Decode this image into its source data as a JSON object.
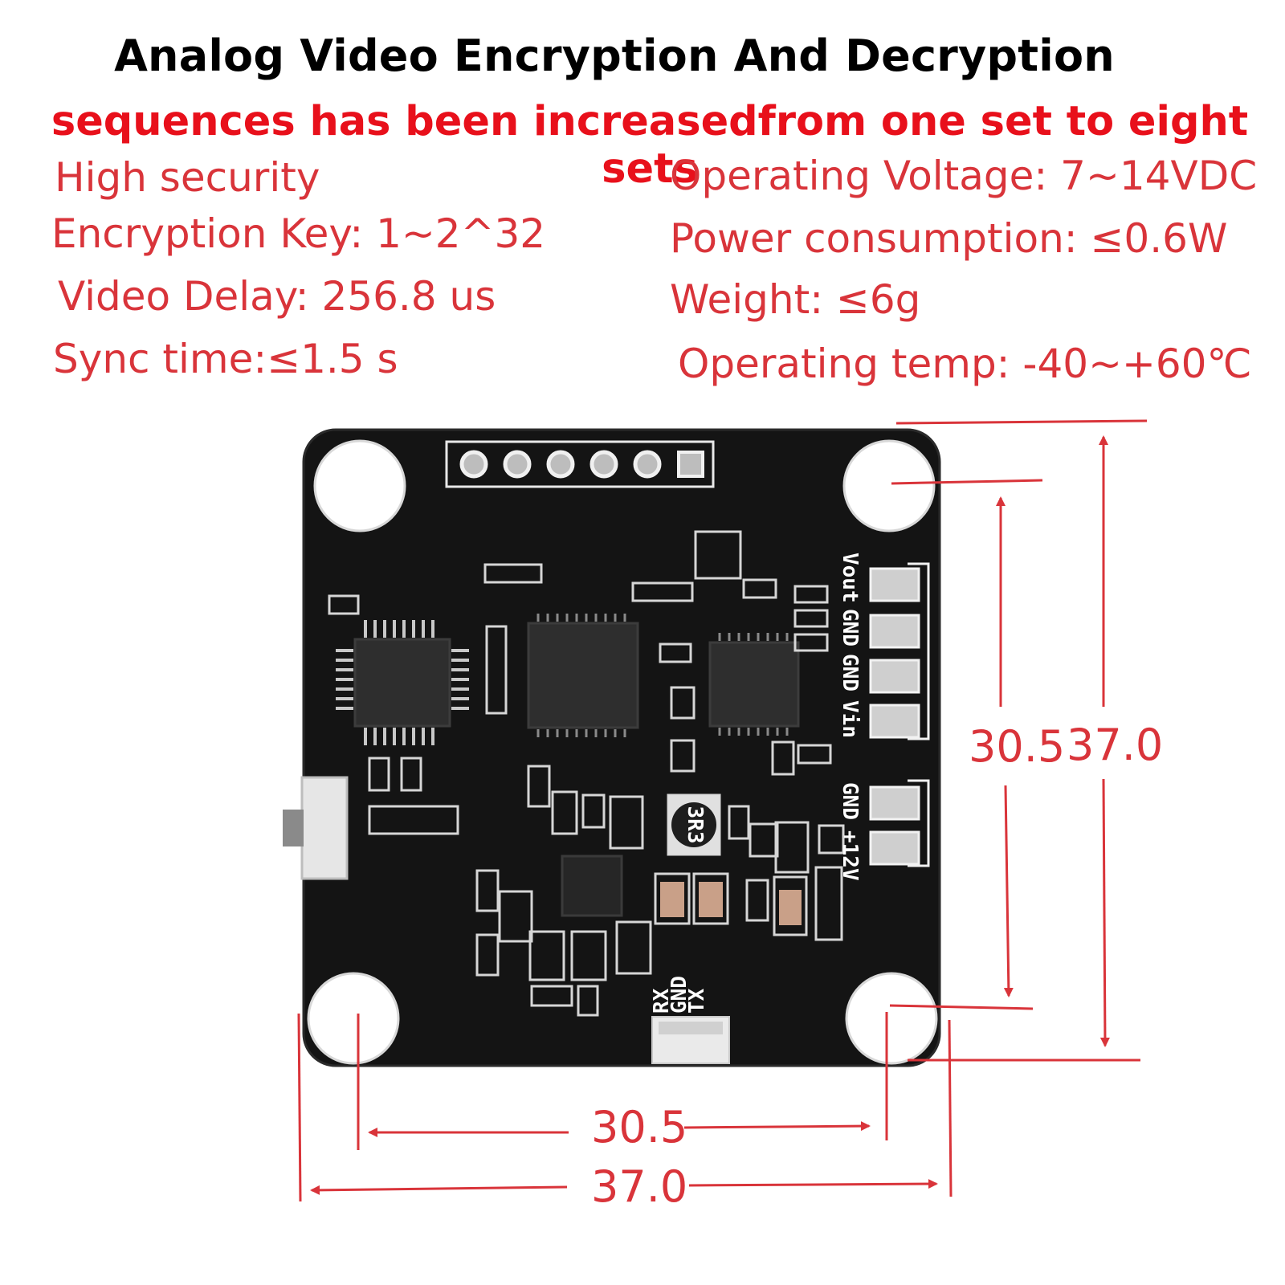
{
  "title": "Analog Video Encryption And Decryption",
  "subtitle": "sequences has been increasedfrom one set to eight sets",
  "specs_left": [
    "High security",
    "Encryption Key: 1~2^32",
    "Video Delay: 256.8 us",
    "Sync time:≤1.5 s"
  ],
  "specs_right": [
    "Operating Voltage: 7~14VDC",
    "Power consumption: ≤0.6W",
    "Weight: ≤6g",
    "Operating temp: -40~+60℃"
  ],
  "dimensions": {
    "vertical_inner": "30.5",
    "vertical_outer": "37.0",
    "horizontal_inner": "30.5",
    "horizontal_outer": "37.0"
  },
  "pcb_labels": {
    "vout": "Vout",
    "gnd1": "GND",
    "gnd2": "GND",
    "vin": "Vin",
    "gnd3": "GND",
    "v12": "+12V",
    "tx": "TX",
    "gnd4": "GND",
    "rx": "RX",
    "inductor": "3R3"
  },
  "colors": {
    "accent_red": "#e8101b",
    "spec_red": "#d9343a",
    "pcb_black": "#111111"
  }
}
